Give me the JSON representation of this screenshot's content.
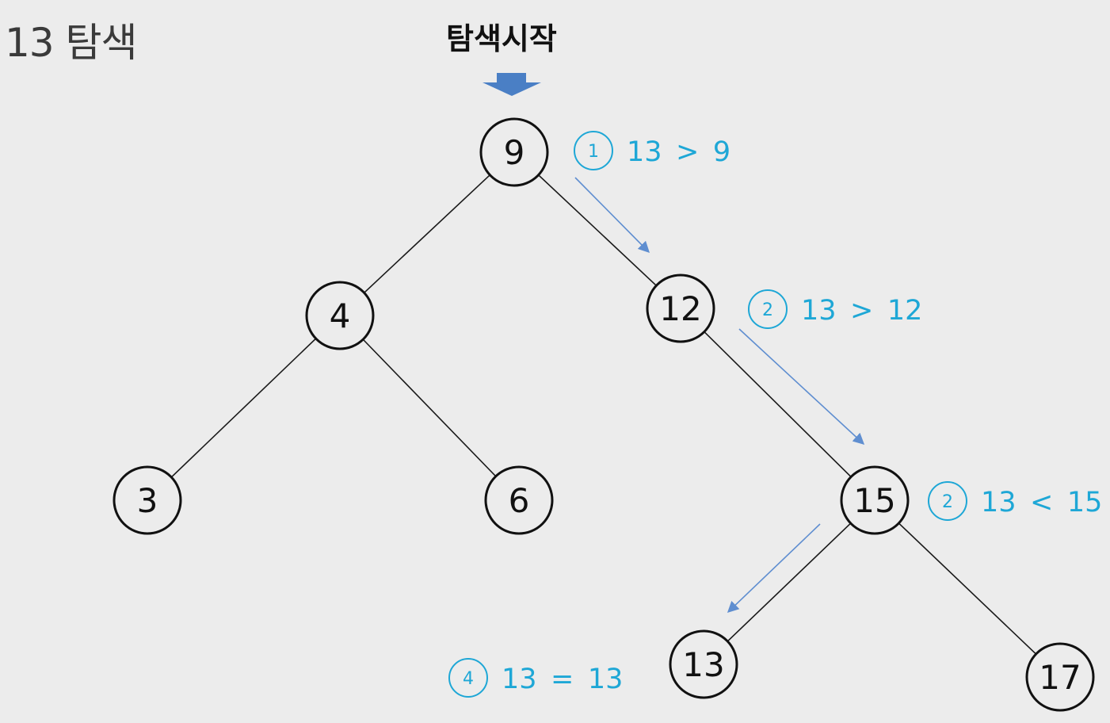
{
  "title": "13 탐색",
  "start_label": "탐색시작",
  "colors": {
    "edge": "#1a1a1a",
    "node_stroke": "#111111",
    "node_fill": "#ececec",
    "node_text": "#111111",
    "step_color": "#1ea7d6",
    "path_arrow": "#5f8ed0",
    "start_arrow": "#4a7fc5"
  },
  "nodes": [
    {
      "id": "n9",
      "label": "9"
    },
    {
      "id": "n4",
      "label": "4"
    },
    {
      "id": "n12",
      "label": "12"
    },
    {
      "id": "n3",
      "label": "3"
    },
    {
      "id": "n6",
      "label": "6"
    },
    {
      "id": "n15",
      "label": "15"
    },
    {
      "id": "n13",
      "label": "13"
    },
    {
      "id": "n17",
      "label": "17"
    }
  ],
  "edges": [
    {
      "from": "n9",
      "to": "n4"
    },
    {
      "from": "n9",
      "to": "n12"
    },
    {
      "from": "n4",
      "to": "n3"
    },
    {
      "from": "n4",
      "to": "n6"
    },
    {
      "from": "n12",
      "to": "n15"
    },
    {
      "from": "n15",
      "to": "n13"
    },
    {
      "from": "n15",
      "to": "n17"
    }
  ],
  "steps": [
    {
      "number": "1",
      "text": "13 > 9"
    },
    {
      "number": "2",
      "text": "13 > 12"
    },
    {
      "number": "2",
      "text": "13 < 15"
    },
    {
      "number": "4",
      "text": "13 = 13"
    }
  ]
}
